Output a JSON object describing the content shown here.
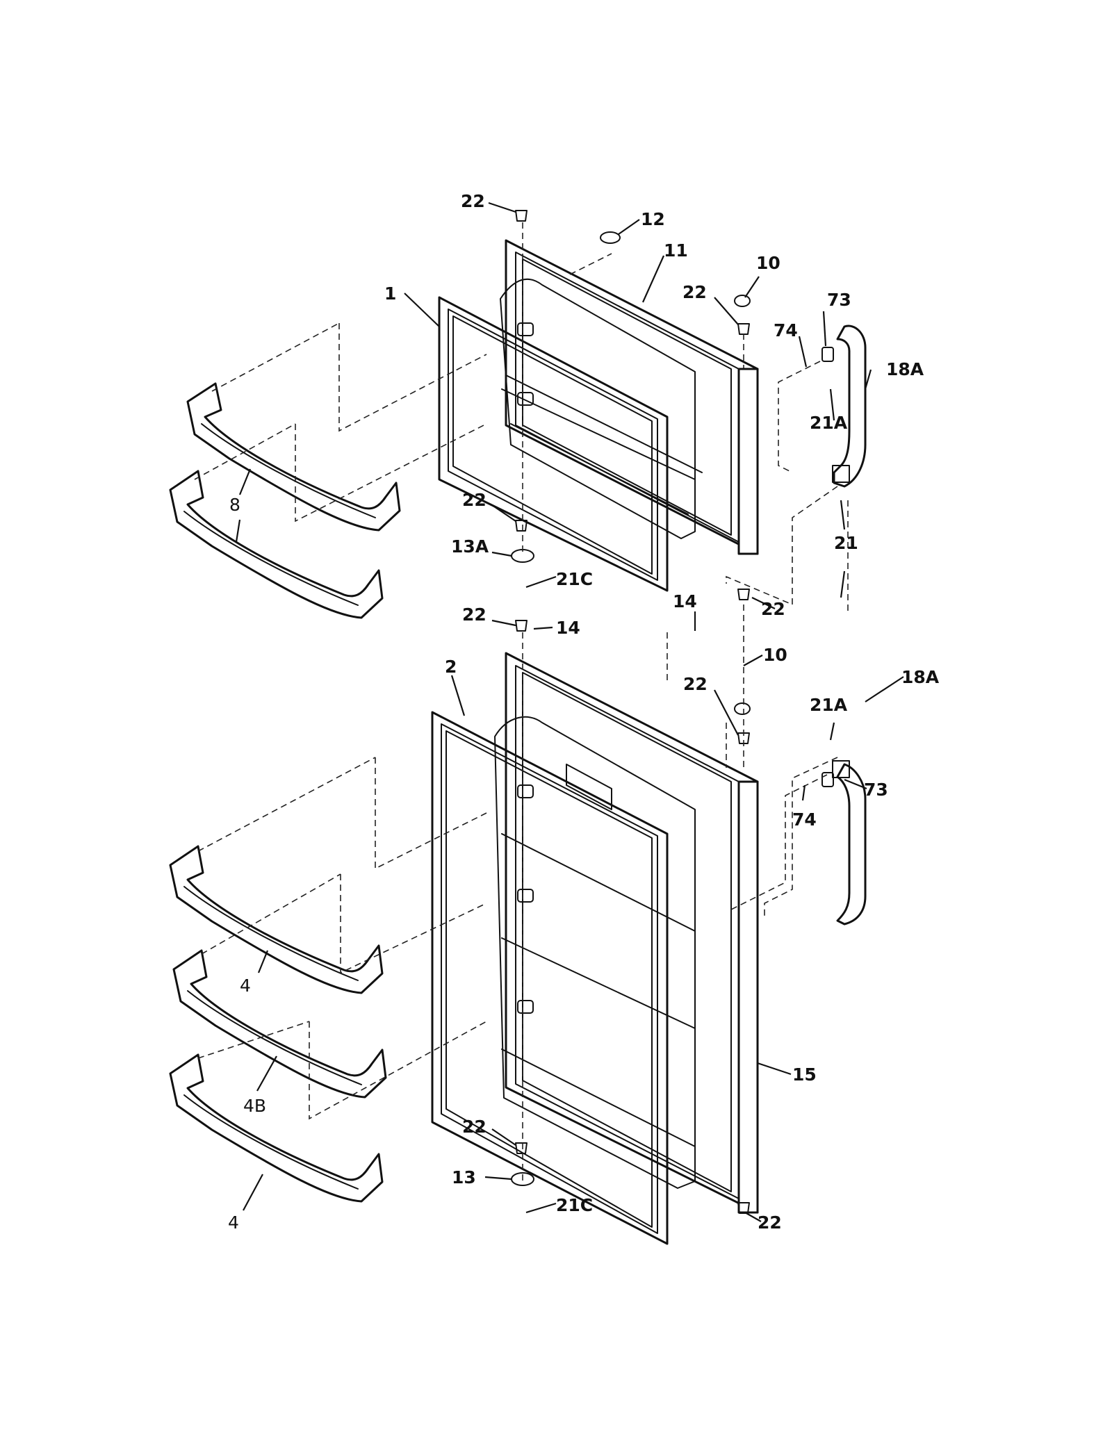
{
  "callouts": {
    "p1": "1",
    "p2": "2",
    "p4_top": "4",
    "p4b": "4B",
    "p4_bottom": "4",
    "p8": "8",
    "p10_top": "10",
    "p10_bottom": "10",
    "p11": "11",
    "p12": "12",
    "p13": "13",
    "p13a": "13A",
    "p14_left": "14",
    "p14_right": "14",
    "p15": "15",
    "p18a_top": "18A",
    "p18a_bottom": "18A",
    "p21": "21",
    "p21a_top": "21A",
    "p21a_bottom": "21A",
    "p21c_top": "21C",
    "p21c_bottom": "21C",
    "p22_a": "22",
    "p22_b": "22",
    "p22_c": "22",
    "p22_d": "22",
    "p22_e": "22",
    "p22_f": "22",
    "p22_g": "22",
    "p22_h": "22",
    "p73_top": "73",
    "p73_bottom": "73",
    "p74_top": "74",
    "p74_bottom": "74"
  }
}
